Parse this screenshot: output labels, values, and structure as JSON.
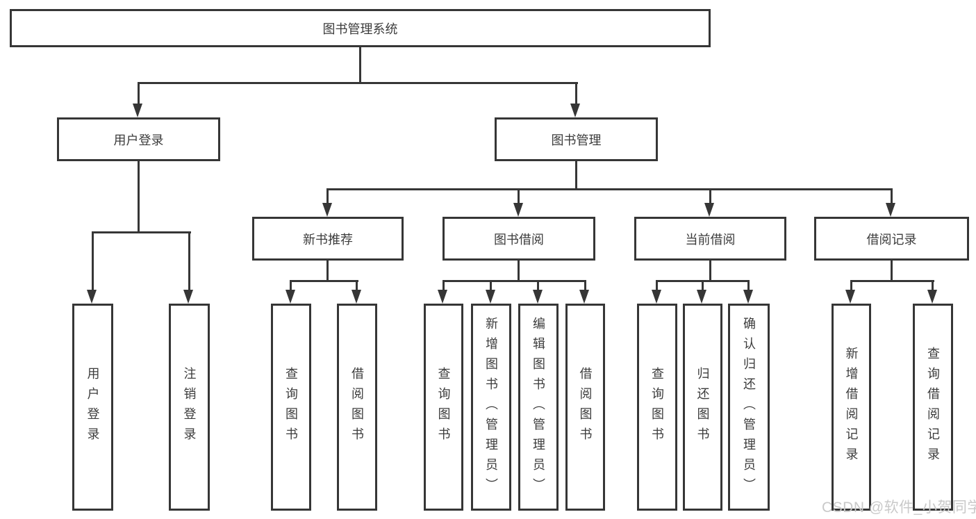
{
  "diagram": {
    "title": "图书管理系统",
    "root": {
      "label": "图书管理系统"
    },
    "level2": [
      {
        "id": "user-login",
        "label": "用户登录"
      },
      {
        "id": "book-management",
        "label": "图书管理"
      }
    ],
    "level3": [
      {
        "id": "new-book-recommend",
        "label": "新书推荐"
      },
      {
        "id": "book-borrow",
        "label": "图书借阅"
      },
      {
        "id": "current-borrow",
        "label": "当前借阅"
      },
      {
        "id": "borrow-records",
        "label": "借阅记录"
      }
    ],
    "leaves": {
      "user_login": [
        {
          "label": "用户登录"
        },
        {
          "label": "注销登录"
        }
      ],
      "new_book_recommend": [
        {
          "label": "查询图书"
        },
        {
          "label": "借阅图书"
        }
      ],
      "book_borrow": [
        {
          "label": "查询图书"
        },
        {
          "label": "新增图书（管理员）"
        },
        {
          "label": "编辑图书（管理员）"
        },
        {
          "label": "借阅图书"
        }
      ],
      "current_borrow": [
        {
          "label": "查询图书"
        },
        {
          "label": "归还图书"
        },
        {
          "label": "确认归还（管理员）"
        }
      ],
      "borrow_records": [
        {
          "label": "新增借阅记录"
        },
        {
          "label": "查询借阅记录"
        }
      ]
    }
  },
  "watermark": "CSDN @软件_小贺同学",
  "colors": {
    "line": "#363636",
    "text": "#3c3c3c",
    "watermark": "#c9c9c9",
    "background": "#ffffff"
  }
}
